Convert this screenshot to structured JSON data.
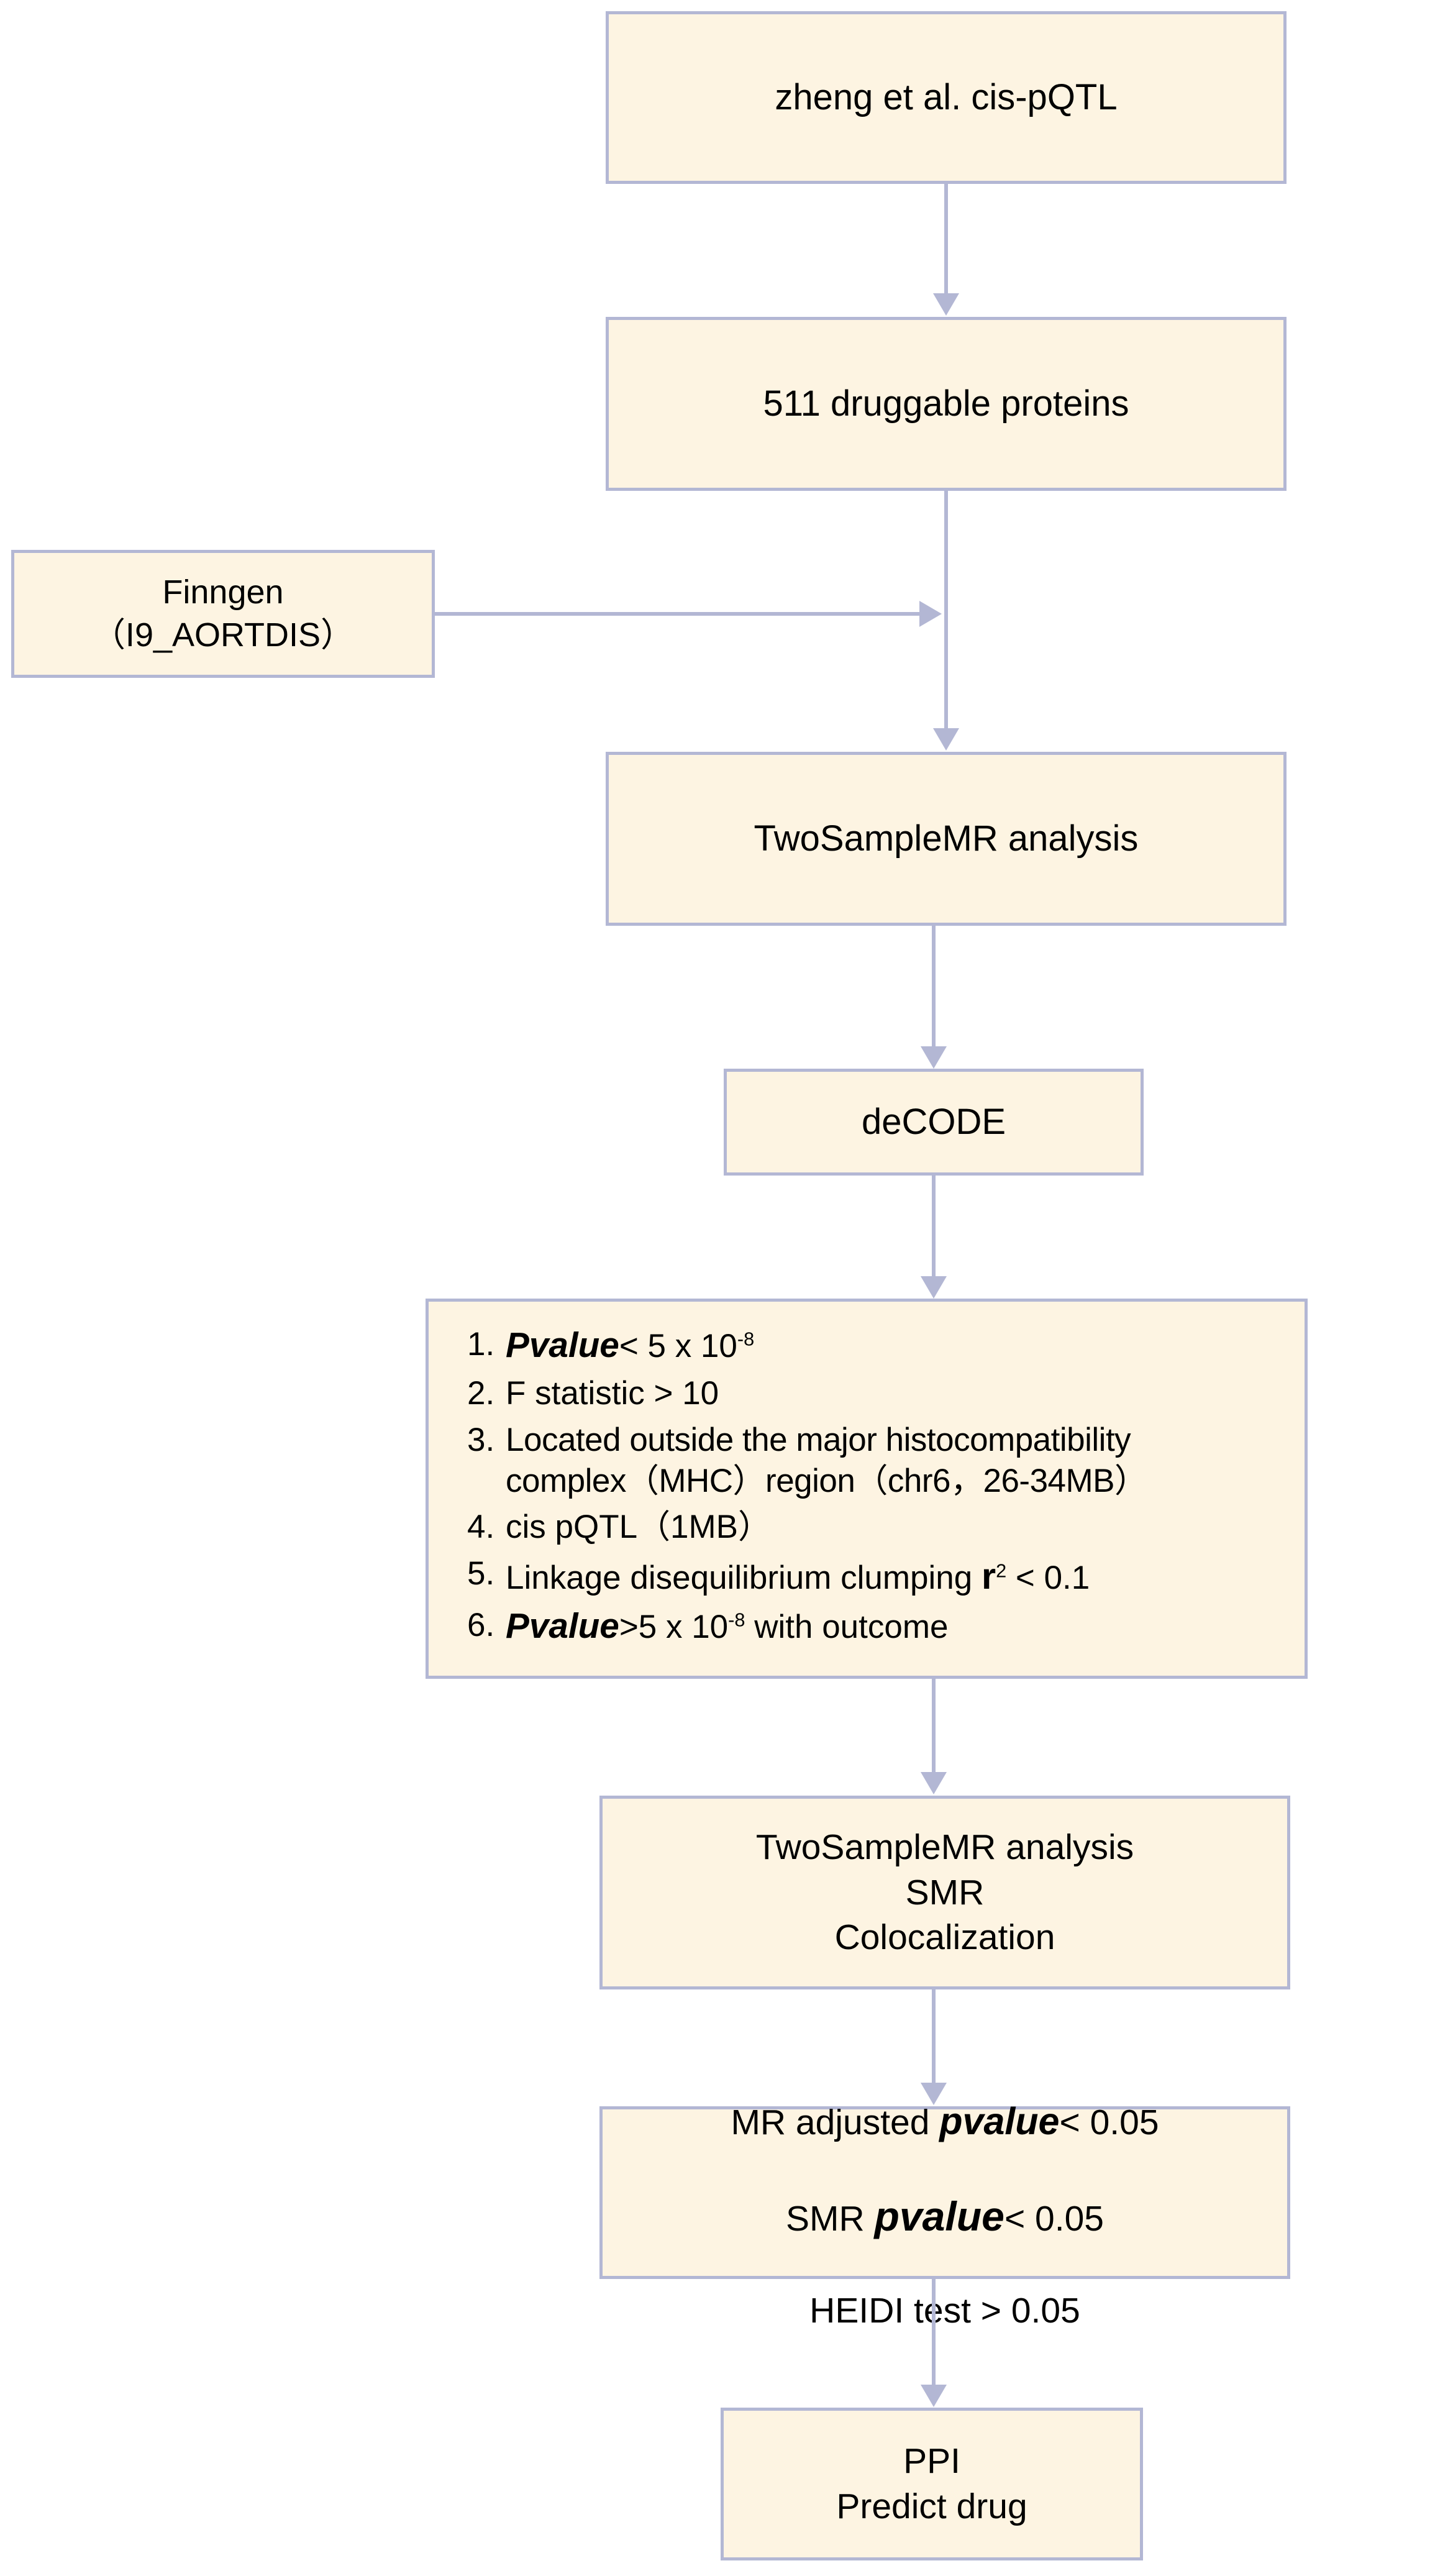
{
  "diagram": {
    "title": "Mendelian randomization druggable protein workflow",
    "colors": {
      "node_fill": "#fdf4e2",
      "node_border": "#b3b7d4",
      "connector": "#b3b7d4",
      "text": "#000000",
      "background": "#ffffff"
    }
  },
  "nodes": {
    "source": {
      "label": "zheng et al. cis-pQTL"
    },
    "proteins": {
      "label": "511 druggable proteins"
    },
    "finngen": {
      "label": "Finngen\n（I9_AORTDIS）"
    },
    "mr_first": {
      "label": "TwoSampleMR analysis"
    },
    "decode": {
      "label": "deCODE"
    },
    "mr_second": {
      "label": "TwoSampleMR analysis\nSMR\nColocalization"
    },
    "thresholds": {
      "line1_prefix": "MR adjusted ",
      "line1_pvalue": "pvalue",
      "line1_suffix": "< 0.05",
      "line2_prefix": "SMR ",
      "line2_pvalue": "pvalue",
      "line2_suffix": "< 0.05",
      "line3": "HEIDI test > 0.05"
    },
    "ppi": {
      "label": "PPI\nPredict drug"
    }
  },
  "criteria": {
    "items": [
      {
        "number": "1.",
        "pvalue": "Pvalue",
        "text_before": "",
        "text_after": "< 5 x 10",
        "exponent": "-8",
        "tail": ""
      },
      {
        "number": "2.",
        "plain": "F statistic > 10"
      },
      {
        "number": "3.",
        "plain": "Located outside the major histocompatibility\ncomplex（MHC）region（chr6，26-34MB）"
      },
      {
        "number": "4.",
        "plain": "cis pQTL（1MB）"
      },
      {
        "number": "5.",
        "text_before": "Linkage disequilibrium clumping ",
        "rsq": "r",
        "rsq_exp": "2",
        "text_after": " < 0.1"
      },
      {
        "number": "6.",
        "pvalue": "Pvalue",
        "text_before": "",
        "text_after": ">5 x 10",
        "exponent": "-8",
        "tail": " with outcome"
      }
    ]
  }
}
